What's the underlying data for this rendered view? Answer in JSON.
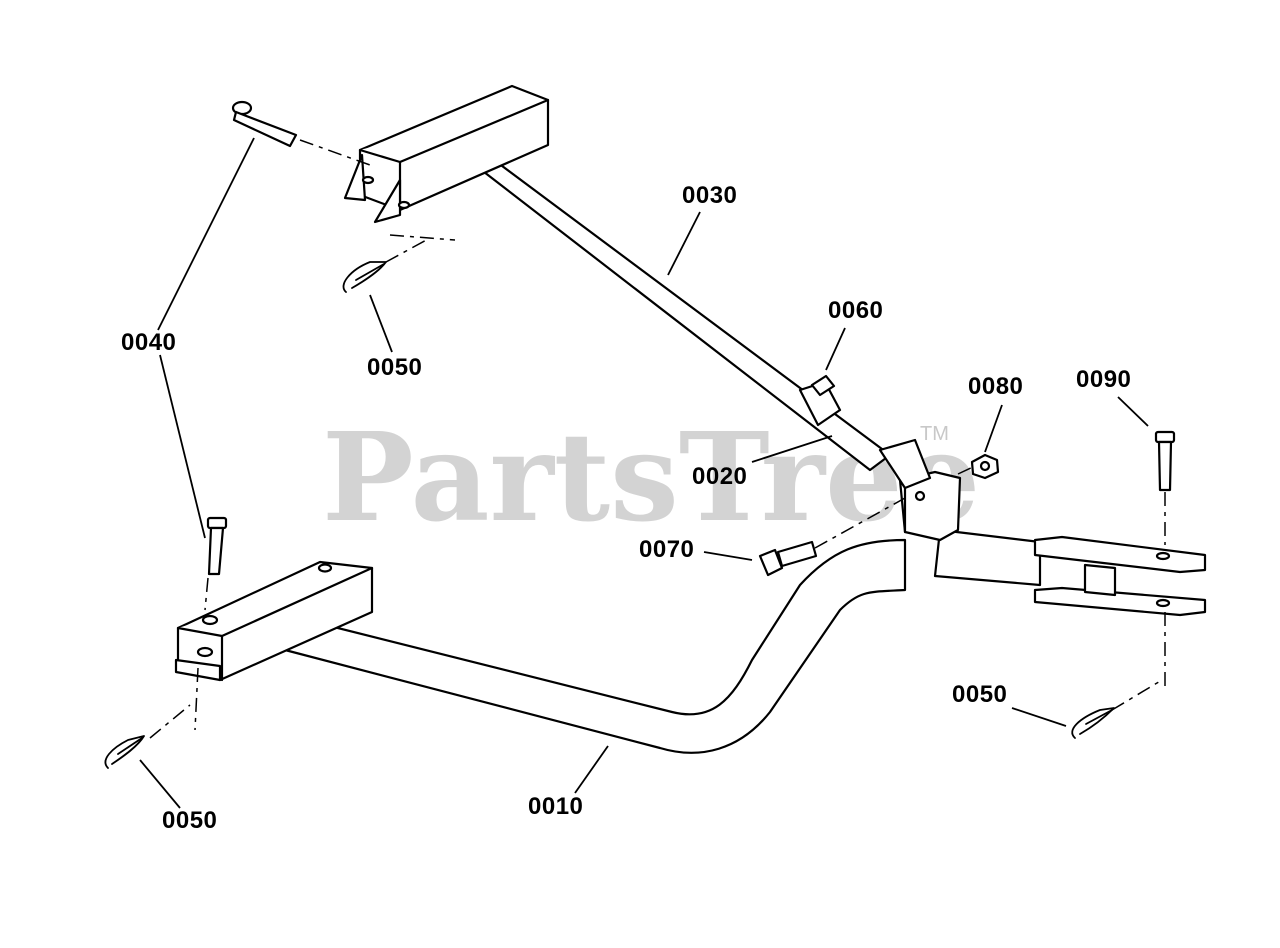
{
  "watermark": {
    "brand": "PartsTree",
    "trademark": "TM"
  },
  "callouts": [
    {
      "id": "0030",
      "label": "0030"
    },
    {
      "id": "0060",
      "label": "0060"
    },
    {
      "id": "0080",
      "label": "0080"
    },
    {
      "id": "0090",
      "label": "0090"
    },
    {
      "id": "0040",
      "label": "0040"
    },
    {
      "id": "0050-top",
      "label": "0050"
    },
    {
      "id": "0020",
      "label": "0020"
    },
    {
      "id": "0070",
      "label": "0070"
    },
    {
      "id": "0050-right",
      "label": "0050"
    },
    {
      "id": "0050-left",
      "label": "0050"
    },
    {
      "id": "0010",
      "label": "0010"
    }
  ]
}
